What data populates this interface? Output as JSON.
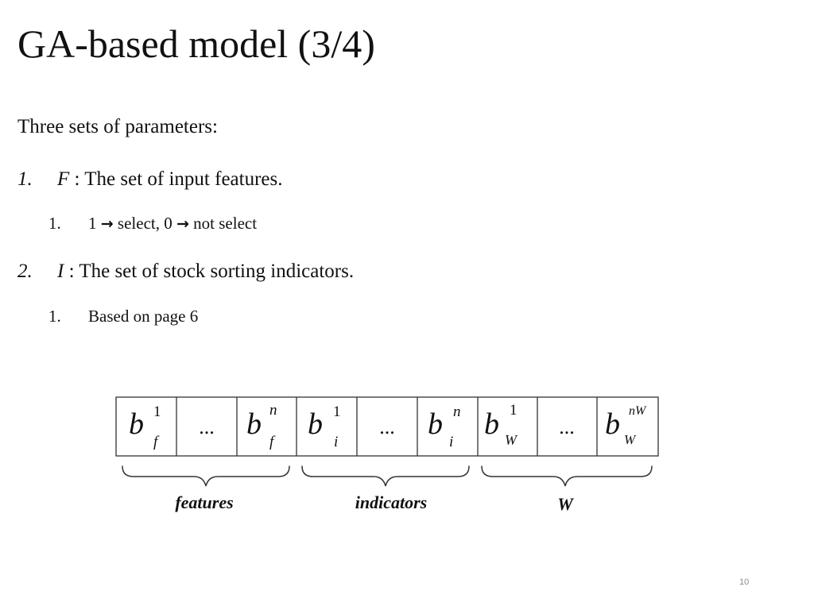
{
  "slide": {
    "title": "GA-based model (3/4)",
    "intro": "Three sets of parameters:",
    "page_number": "10"
  },
  "items": [
    {
      "number": "1.",
      "symbol": "F",
      "text": " : The set of input features.",
      "sub": {
        "number": "1.",
        "one": "1",
        "select": " select, 0",
        "not_select": " not select",
        "arrow": "→"
      }
    },
    {
      "number": "2.",
      "symbol": "I",
      "text": " : The set of stock sorting indicators.",
      "sub": {
        "number": "1.",
        "text": "Based on page 6"
      }
    }
  ],
  "chromosome": {
    "cells": [
      {
        "base": "b",
        "sup": "1",
        "sub": "f"
      },
      {
        "ellipsis": "..."
      },
      {
        "base": "b",
        "sup": "n",
        "sub": "f"
      },
      {
        "base": "b",
        "sup": "1",
        "sub": "i"
      },
      {
        "ellipsis": "..."
      },
      {
        "base": "b",
        "sup": "n",
        "sub": "i"
      },
      {
        "base": "b",
        "sup": "1",
        "sub": "W"
      },
      {
        "ellipsis": "..."
      },
      {
        "base": "b",
        "sup": "nW",
        "sub": "W"
      }
    ],
    "groups": [
      "features",
      "indicators",
      "W"
    ]
  }
}
